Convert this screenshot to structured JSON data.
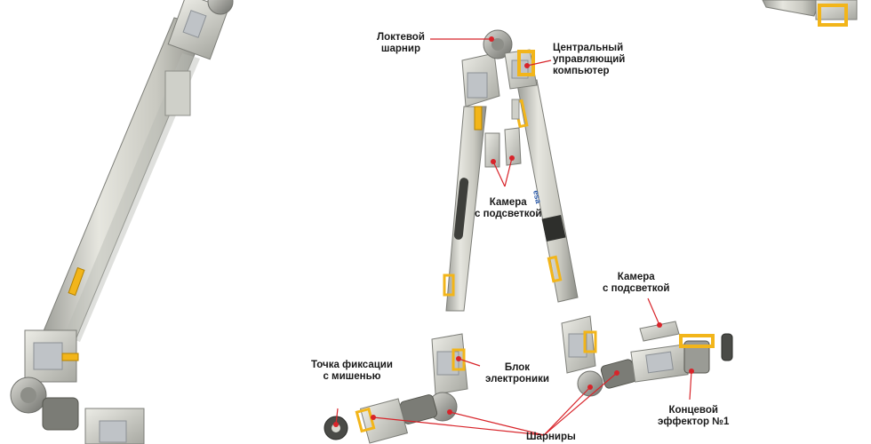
{
  "colors": {
    "arm_body": "#d8d8d0",
    "arm_shade": "#a9aaa3",
    "arm_dark": "#6f706b",
    "connector": "#f2b51a",
    "dot": "#d8242a",
    "line": "#d8242a",
    "label_text": "#1a1a1a"
  },
  "icons": [
    "esa-logo"
  ],
  "labels": {
    "elbow_joint": [
      "Локтевой",
      "шарнир"
    ],
    "central_computer": [
      "Центральный",
      "управляющий",
      "компьютер"
    ],
    "camera_light_upper": [
      "Камера",
      "с подсветкой"
    ],
    "camera_light_lower": [
      "Камера",
      "с подсветкой"
    ],
    "electronics_unit": [
      "Блок",
      "электроники"
    ],
    "fixation_point": [
      "Точка фиксации",
      "с мишенью"
    ],
    "end_effector": [
      "Концевой",
      "эффектор №1"
    ],
    "joints": [
      "Шарниры"
    ],
    "esa_mark": "esa"
  }
}
